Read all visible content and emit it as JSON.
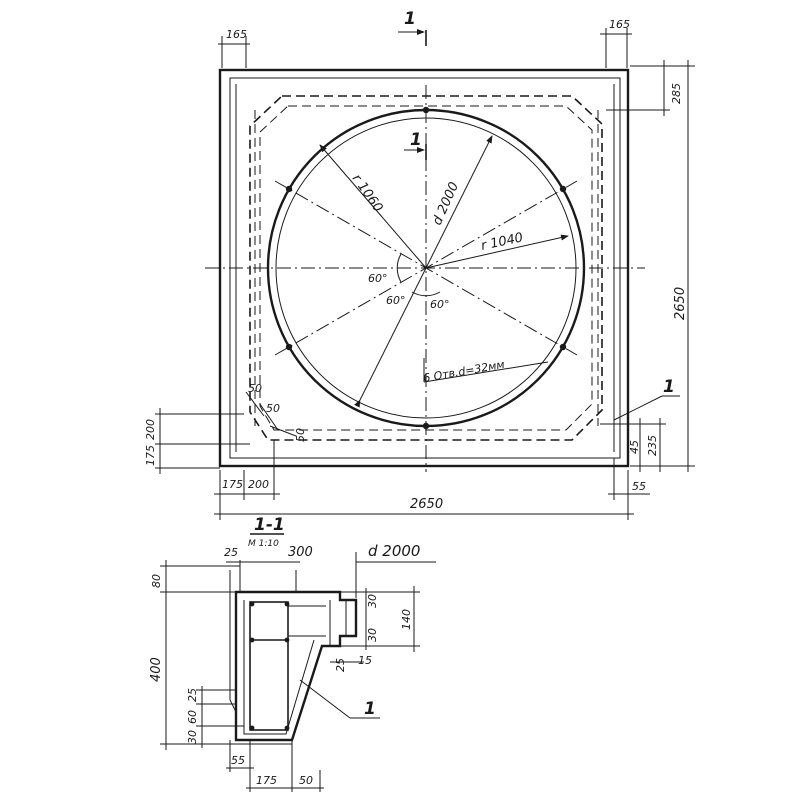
{
  "plan": {
    "section_mark": "1",
    "section_mark_inner": "1",
    "dims": {
      "top_left_165": "165",
      "top_right_165": "165",
      "right_285": "285",
      "right_2650": "2650",
      "right_45": "45",
      "right_235": "235",
      "bottom_2650": "2650",
      "bottom_175": "175",
      "bottom_200": "200",
      "bottom_55": "55",
      "left_200": "200",
      "left_175": "175",
      "corner_50a": "50",
      "corner_50b": "50",
      "corner_50c": "50"
    },
    "labels": {
      "r1060": "r 1060",
      "d2000": "d 2000",
      "r1040": "r 1040",
      "angle1": "60°",
      "angle2": "60°",
      "angle3": "60°",
      "holes": "6 Отв.d=32мм",
      "leader_1": "1"
    }
  },
  "section": {
    "title": "1-1",
    "scale": "М 1:10",
    "dims": {
      "d2000": "d 2000",
      "top_25": "25",
      "top_300": "300",
      "left_80": "80",
      "left_400": "400",
      "left_25": "25",
      "left_60": "60",
      "left_30": "30",
      "right_30a": "30",
      "right_30b": "30",
      "right_140": "140",
      "right_25": "25",
      "right_15": "15",
      "bottom_55": "55",
      "bottom_175": "175",
      "bottom_50": "50"
    },
    "leader_1": "1"
  }
}
